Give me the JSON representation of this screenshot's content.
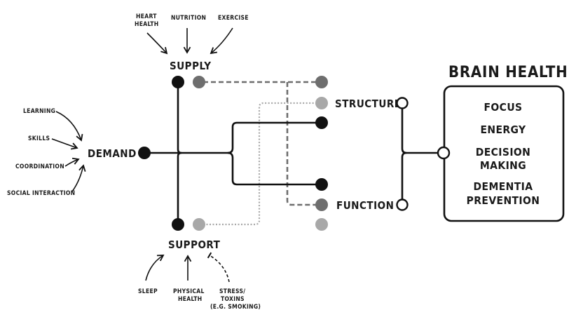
{
  "title": "BRAIN HEALTH",
  "nodes": {
    "supply": "SUPPLY",
    "demand": "DEMAND",
    "support": "SUPPORT",
    "structure": "STRUCTURE",
    "function": "FUNCTION"
  },
  "supply_inputs": [
    {
      "line1": "HEART",
      "line2": "HEALTH"
    },
    {
      "line1": "NUTRITION",
      "line2": ""
    },
    {
      "line1": "EXERCISE",
      "line2": ""
    }
  ],
  "demand_inputs": [
    "LEARNING",
    "SKILLS",
    "COORDINATION",
    "SOCIAL INTERACTION"
  ],
  "support_inputs": [
    {
      "lines": [
        "SLEEP"
      ],
      "effect": "positive"
    },
    {
      "lines": [
        "PHYSICAL",
        "HEALTH"
      ],
      "effect": "positive"
    },
    {
      "lines": [
        "STRESS/",
        "TOXINS",
        "(E.G. SMOKING)"
      ],
      "effect": "negative"
    }
  ],
  "brain_health_outcomes": [
    {
      "lines": [
        "FOCUS"
      ]
    },
    {
      "lines": [
        "ENERGY"
      ]
    },
    {
      "lines": [
        "DECISION",
        "MAKING"
      ]
    },
    {
      "lines": [
        "DEMENTIA",
        "PREVENTION"
      ]
    }
  ],
  "colors": {
    "ink": "#111111",
    "supply_path": "#6e6e6e",
    "support_path": "#a8a8a8",
    "background": "#ffffff"
  }
}
